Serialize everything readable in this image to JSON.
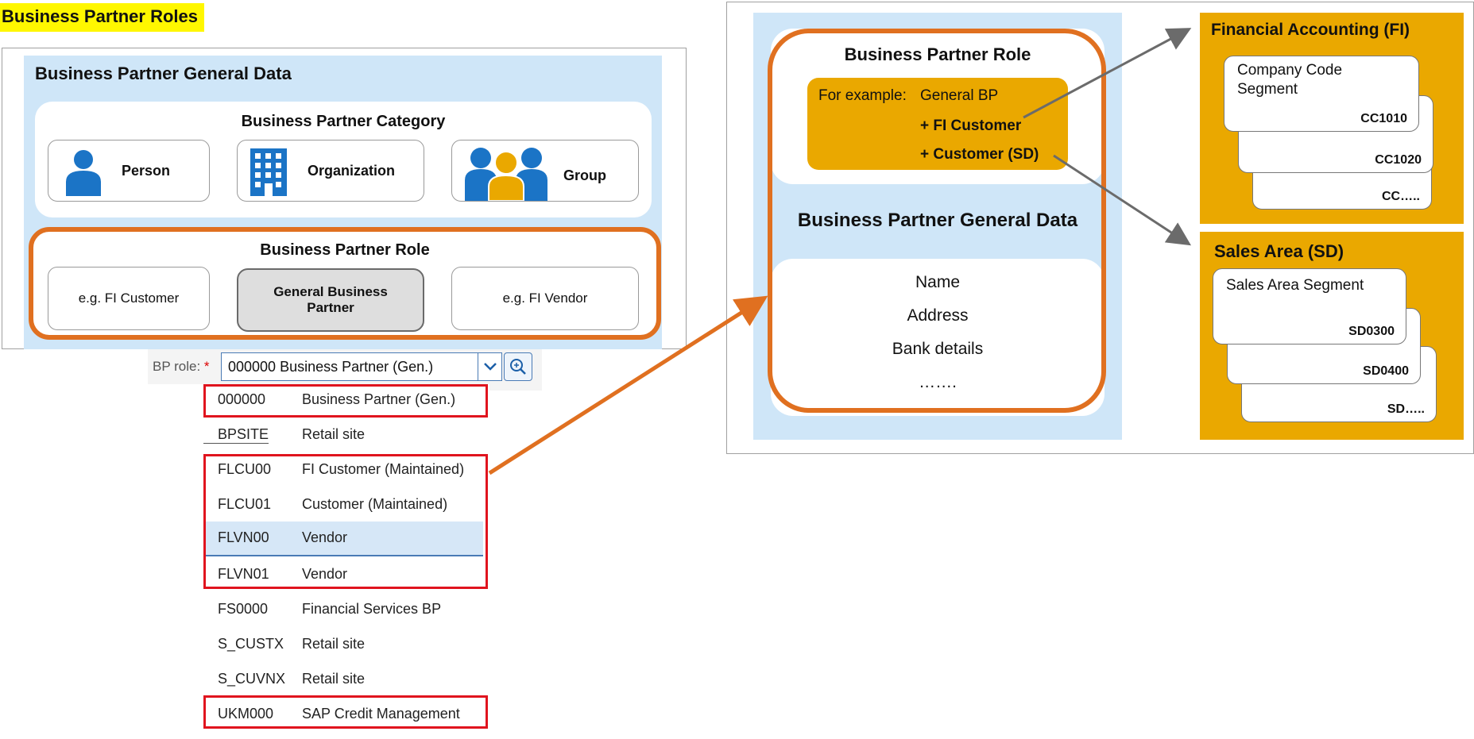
{
  "page_title": "Business Partner Roles",
  "left_panel": {
    "title": "Business Partner General Data",
    "category": {
      "title": "Business Partner Category",
      "items": [
        "Person",
        "Organization",
        "Group"
      ]
    },
    "role": {
      "title": "Business Partner Role",
      "items": [
        "e.g. FI Customer",
        "General Business Partner",
        "e.g. FI Vendor"
      ]
    }
  },
  "bp_role_field": {
    "label": "BP role:",
    "required_mark": "*",
    "value": "000000 Business Partner (Gen.)"
  },
  "dropdown": [
    {
      "code": "000000",
      "desc": "Business Partner (Gen.)"
    },
    {
      "code": "BPSITE",
      "desc": "Retail site"
    },
    {
      "code": "FLCU00",
      "desc": "FI Customer (Maintained)"
    },
    {
      "code": "FLCU01",
      "desc": "Customer (Maintained)"
    },
    {
      "code": "FLVN00",
      "desc": "Vendor"
    },
    {
      "code": "FLVN01",
      "desc": "Vendor"
    },
    {
      "code": "FS0000",
      "desc": "Financial Services BP"
    },
    {
      "code": "S_CUSTX",
      "desc": "Retail site"
    },
    {
      "code": "S_CUVNX",
      "desc": "Retail site"
    },
    {
      "code": "UKM000",
      "desc": "SAP Credit Management"
    }
  ],
  "right_panel": {
    "role_title": "Business Partner Role",
    "example_prefix": "For example:",
    "example_lines": [
      "General BP",
      "+ FI Customer",
      "+ Customer (SD)"
    ],
    "general_title": "Business Partner General Data",
    "general_items": [
      "Name",
      "Address",
      "Bank details",
      "……."
    ]
  },
  "fi": {
    "title": "Financial Accounting (FI)",
    "segment_label": "Company Code Segment",
    "codes": [
      "CC1010",
      "CC1020",
      "CC….."
    ]
  },
  "sd": {
    "title": "Sales Area (SD)",
    "segment_label": "Sales Area Segment",
    "codes": [
      "SD0300",
      "SD0400",
      "SD….."
    ]
  },
  "colors": {
    "light_blue": "#cfe6f8",
    "orange": "#e07020",
    "gold": "#eaa800",
    "red": "#e0141e",
    "icon_blue": "#1b74c6"
  }
}
